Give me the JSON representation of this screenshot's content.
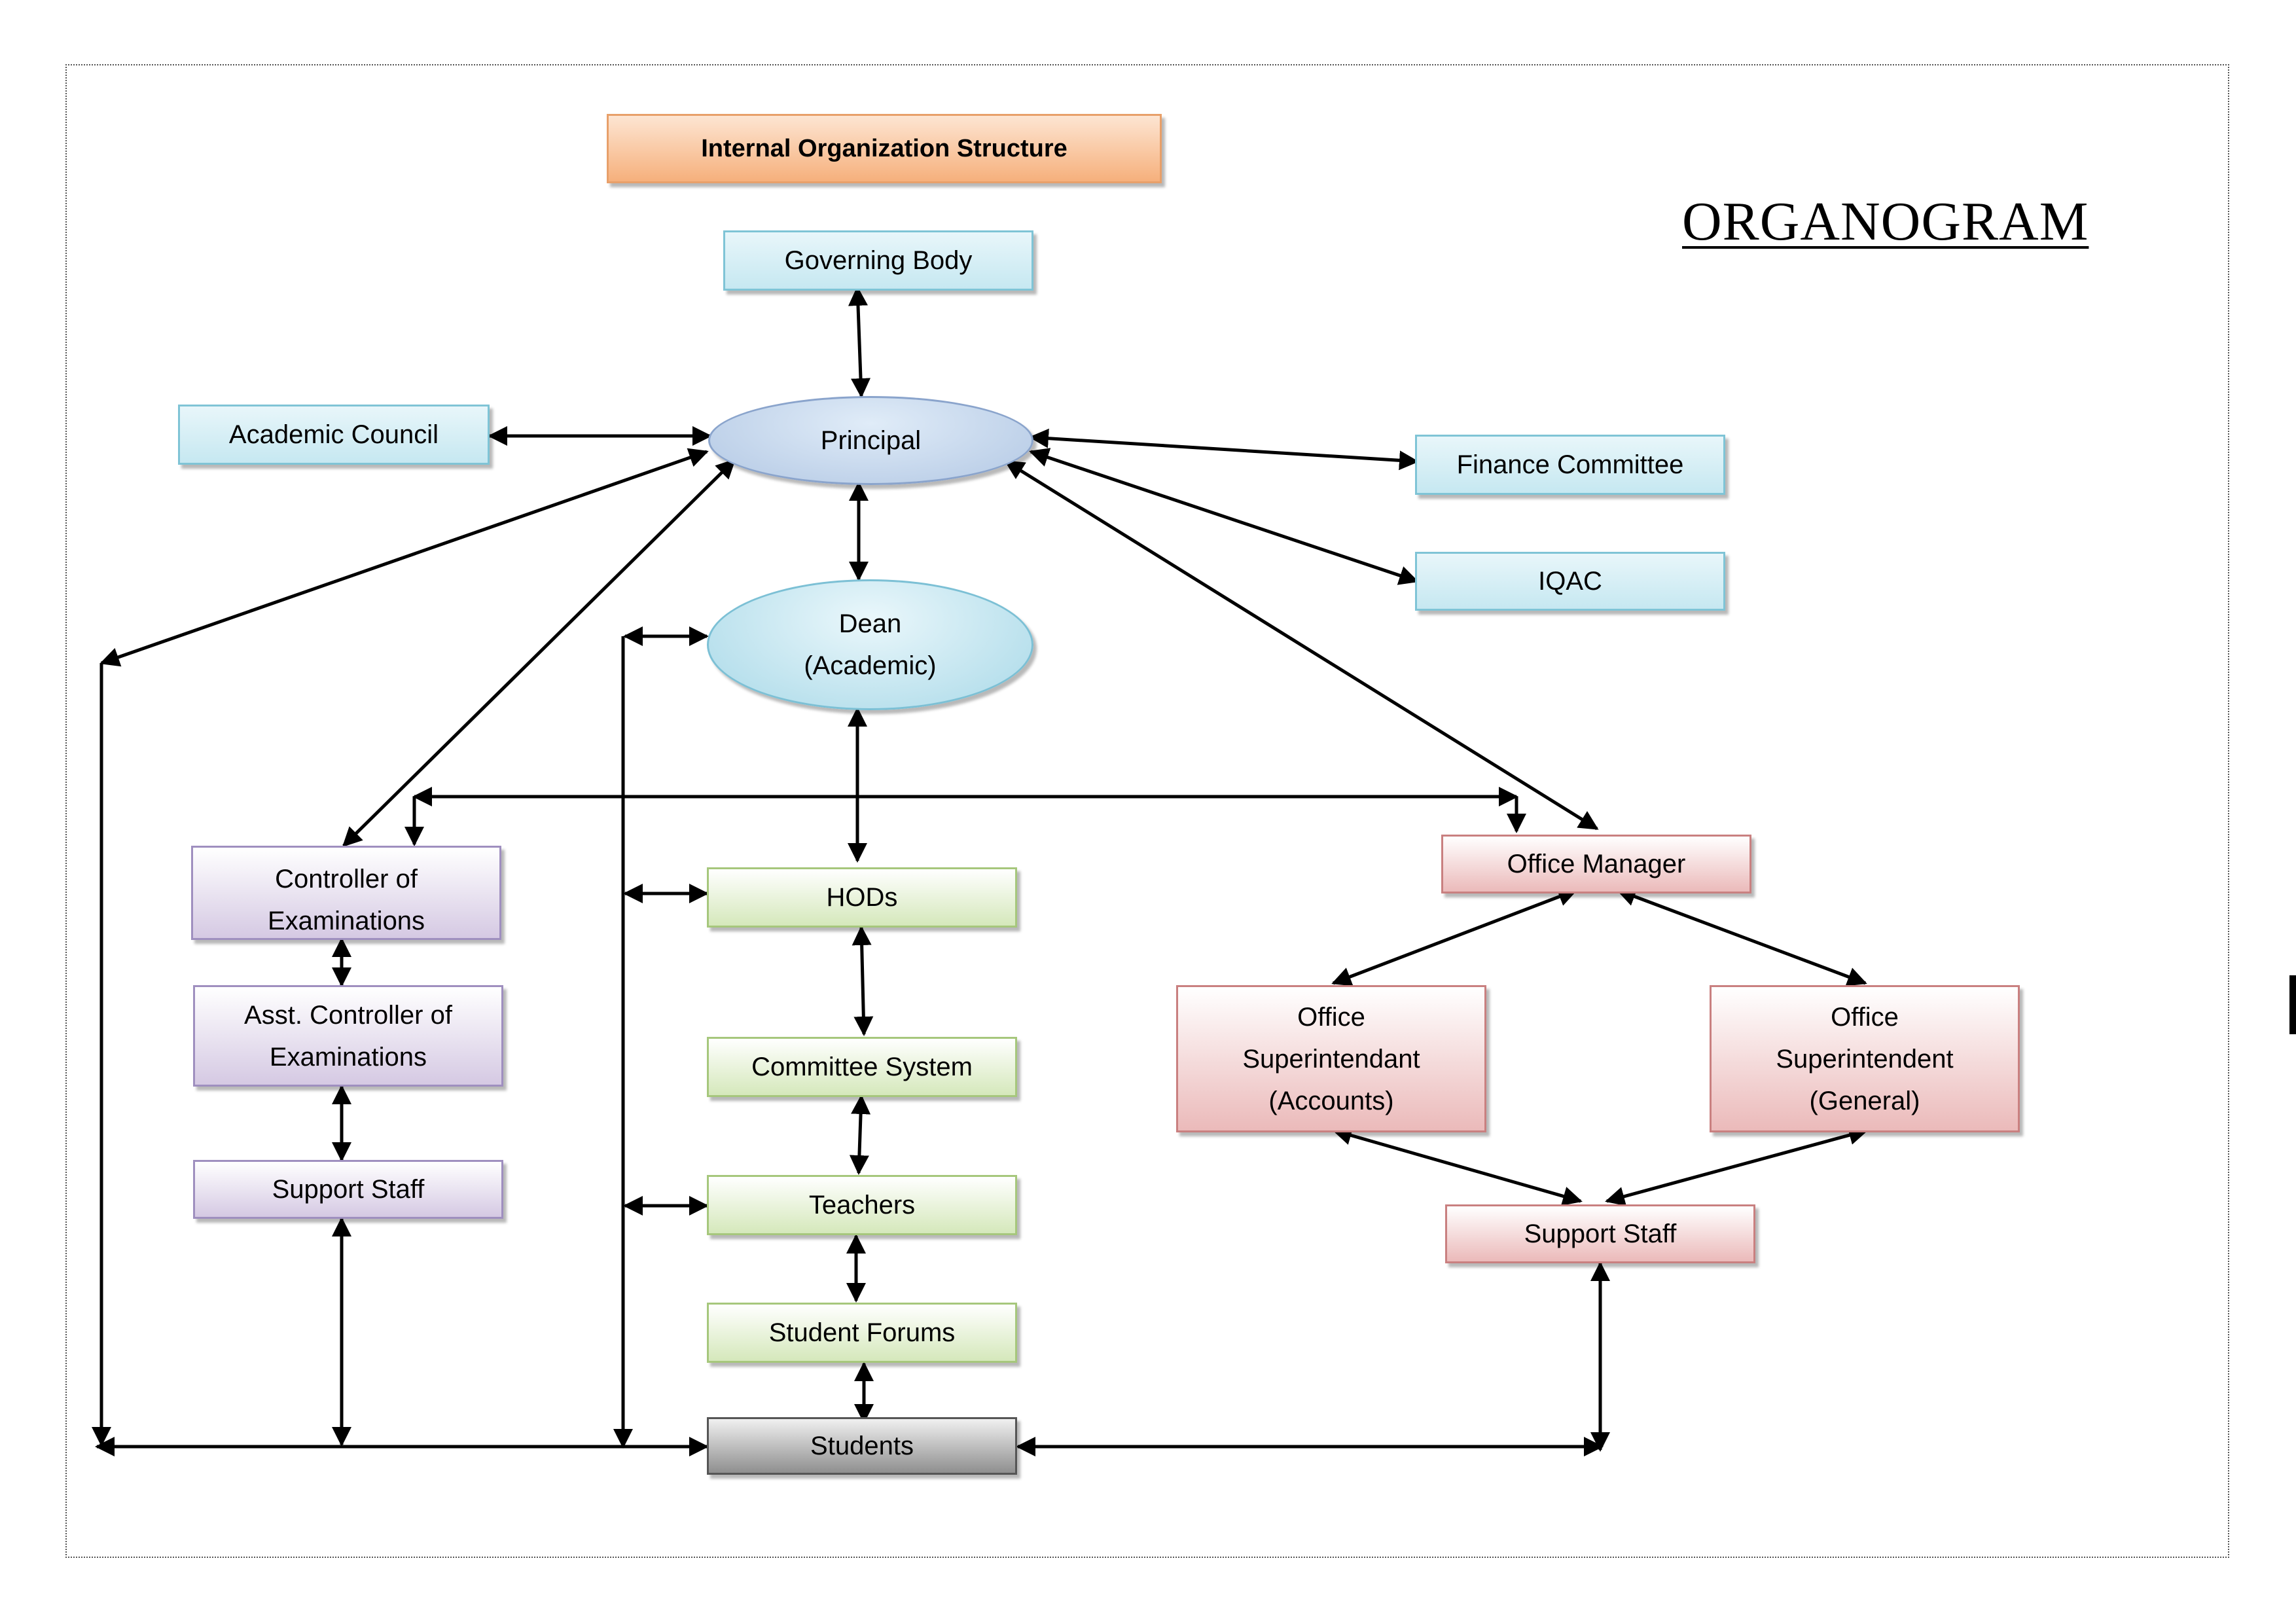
{
  "heading": "ORGANOGRAM",
  "structure_title": "Internal Organization Structure",
  "nodes": {
    "governing_body": "Governing Body",
    "academic_council": "Academic Council",
    "principal": "Principal",
    "finance_committee": "Finance Committee",
    "iqac": "IQAC",
    "dean": "Dean\n(Academic)",
    "controller": "Controller of\nExaminations",
    "asst_controller": "Asst. Controller of\nExaminations",
    "support_staff_left": "Support Staff",
    "hods": "HODs",
    "committee_system": "Committee System",
    "teachers": "Teachers",
    "student_forums": "Student Forums",
    "students": "Students",
    "office_manager": "Office Manager",
    "office_supt_accounts": "Office\nSuperintendant\n(Accounts)",
    "office_supt_general": "Office\nSuperintendent\n(General)",
    "support_staff_right": "Support Staff"
  },
  "colors": {
    "blue": "#c6e8f1",
    "purple": "#d5c9e3",
    "green": "#d5e8bb",
    "red": "#ebbaba",
    "grey": "#8f8f8f",
    "orange": "#f6b07c",
    "arrow": "#000000"
  }
}
